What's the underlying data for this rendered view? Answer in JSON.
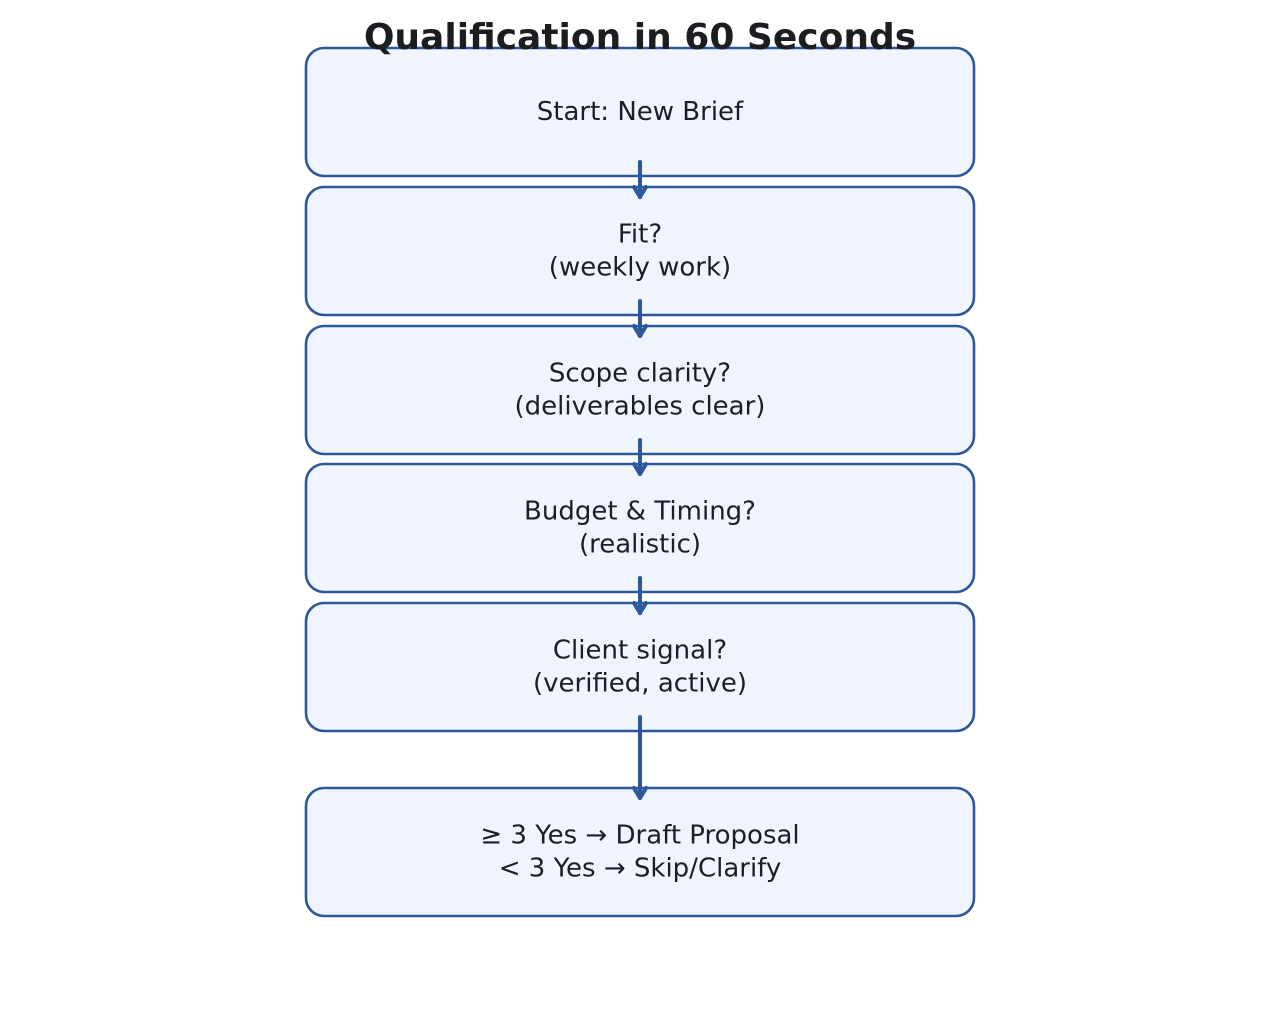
{
  "title": "Qualification in 60 Seconds",
  "colors": {
    "node_fill": "#eff4fd",
    "node_stroke": "#2b579b",
    "text": "#1c1d26"
  },
  "nodes": [
    {
      "id": "start",
      "lines": [
        "Start: New Brief"
      ]
    },
    {
      "id": "fit",
      "lines": [
        "Fit?",
        "(weekly work)"
      ]
    },
    {
      "id": "scope",
      "lines": [
        "Scope clarity?",
        "(deliverables clear)"
      ]
    },
    {
      "id": "budget",
      "lines": [
        "Budget & Timing?",
        "(realistic)"
      ]
    },
    {
      "id": "signal",
      "lines": [
        "Client signal?",
        "(verified, active)"
      ]
    },
    {
      "id": "decision",
      "lines": [
        "≥ 3 Yes → Draft Proposal",
        "< 3 Yes → Skip/Clarify"
      ]
    }
  ],
  "edges": [
    {
      "from": "start",
      "to": "fit"
    },
    {
      "from": "fit",
      "to": "scope"
    },
    {
      "from": "scope",
      "to": "budget"
    },
    {
      "from": "budget",
      "to": "signal"
    },
    {
      "from": "signal",
      "to": "decision"
    }
  ]
}
